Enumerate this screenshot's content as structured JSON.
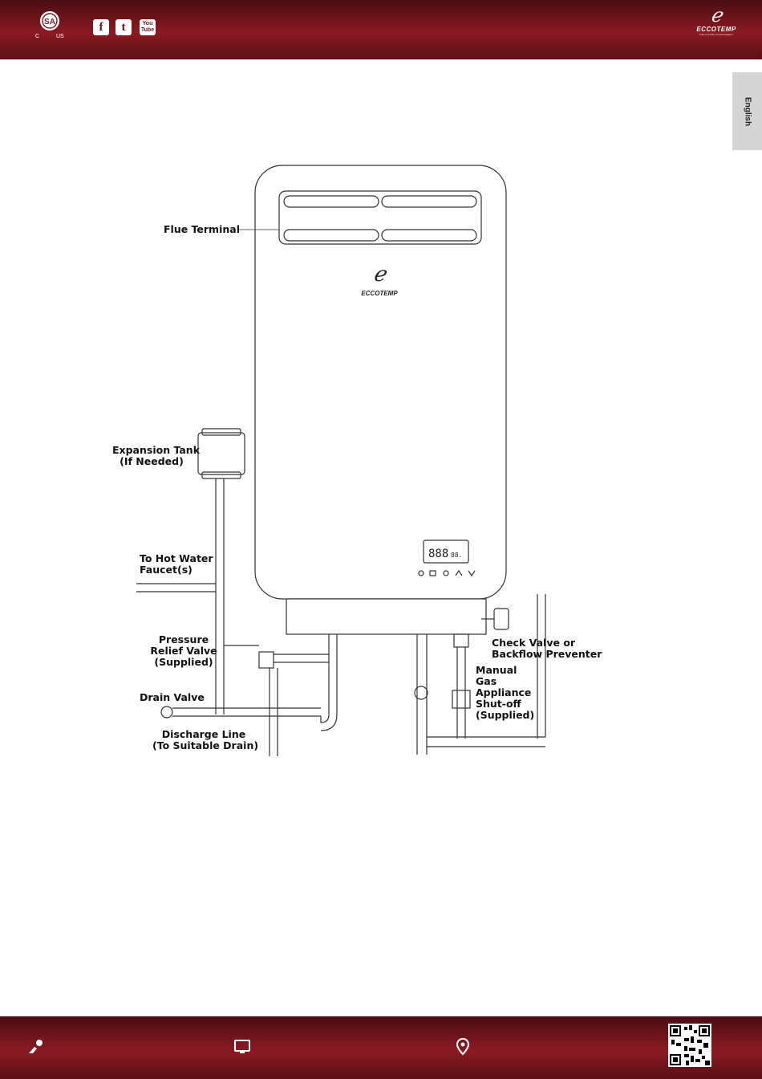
{
  "header": {
    "cert_mark": "CSA",
    "cert_left": "C",
    "cert_right": "US",
    "social": [
      "f",
      "t",
      "You Tube"
    ],
    "brand_name": "ECCOTEMP",
    "brand_tagline": "THE FUTURE OF EFFICIENCY",
    "colors": {
      "bar": "#7a161e",
      "bar_dark": "#4a0d12"
    }
  },
  "language_tab": "English",
  "diagram": {
    "labels": {
      "flue_terminal": "Flue Terminal",
      "expansion_tank": [
        "Expansion Tank",
        "(If Needed)"
      ],
      "hot_water": [
        "To Hot Water",
        "Faucet(s)"
      ],
      "pressure_relief": [
        "Pressure",
        "Relief Valve",
        "(Supplied)"
      ],
      "drain_valve": "Drain Valve",
      "discharge_line": [
        "Discharge Line",
        "(To Suitable Drain)"
      ],
      "check_valve": [
        "Check Valve or",
        "Backflow Preventer"
      ],
      "manual_gas": [
        "Manual",
        "Gas",
        "Appliance",
        "Shut-off",
        "(Supplied)"
      ]
    },
    "unit_brand": "ECCOTEMP",
    "display_readout": "888",
    "display_small": "88."
  },
  "footer": {
    "icons": [
      "user-pin-icon",
      "monitor-icon",
      "location-pin-icon",
      "qr-code-icon"
    ]
  }
}
